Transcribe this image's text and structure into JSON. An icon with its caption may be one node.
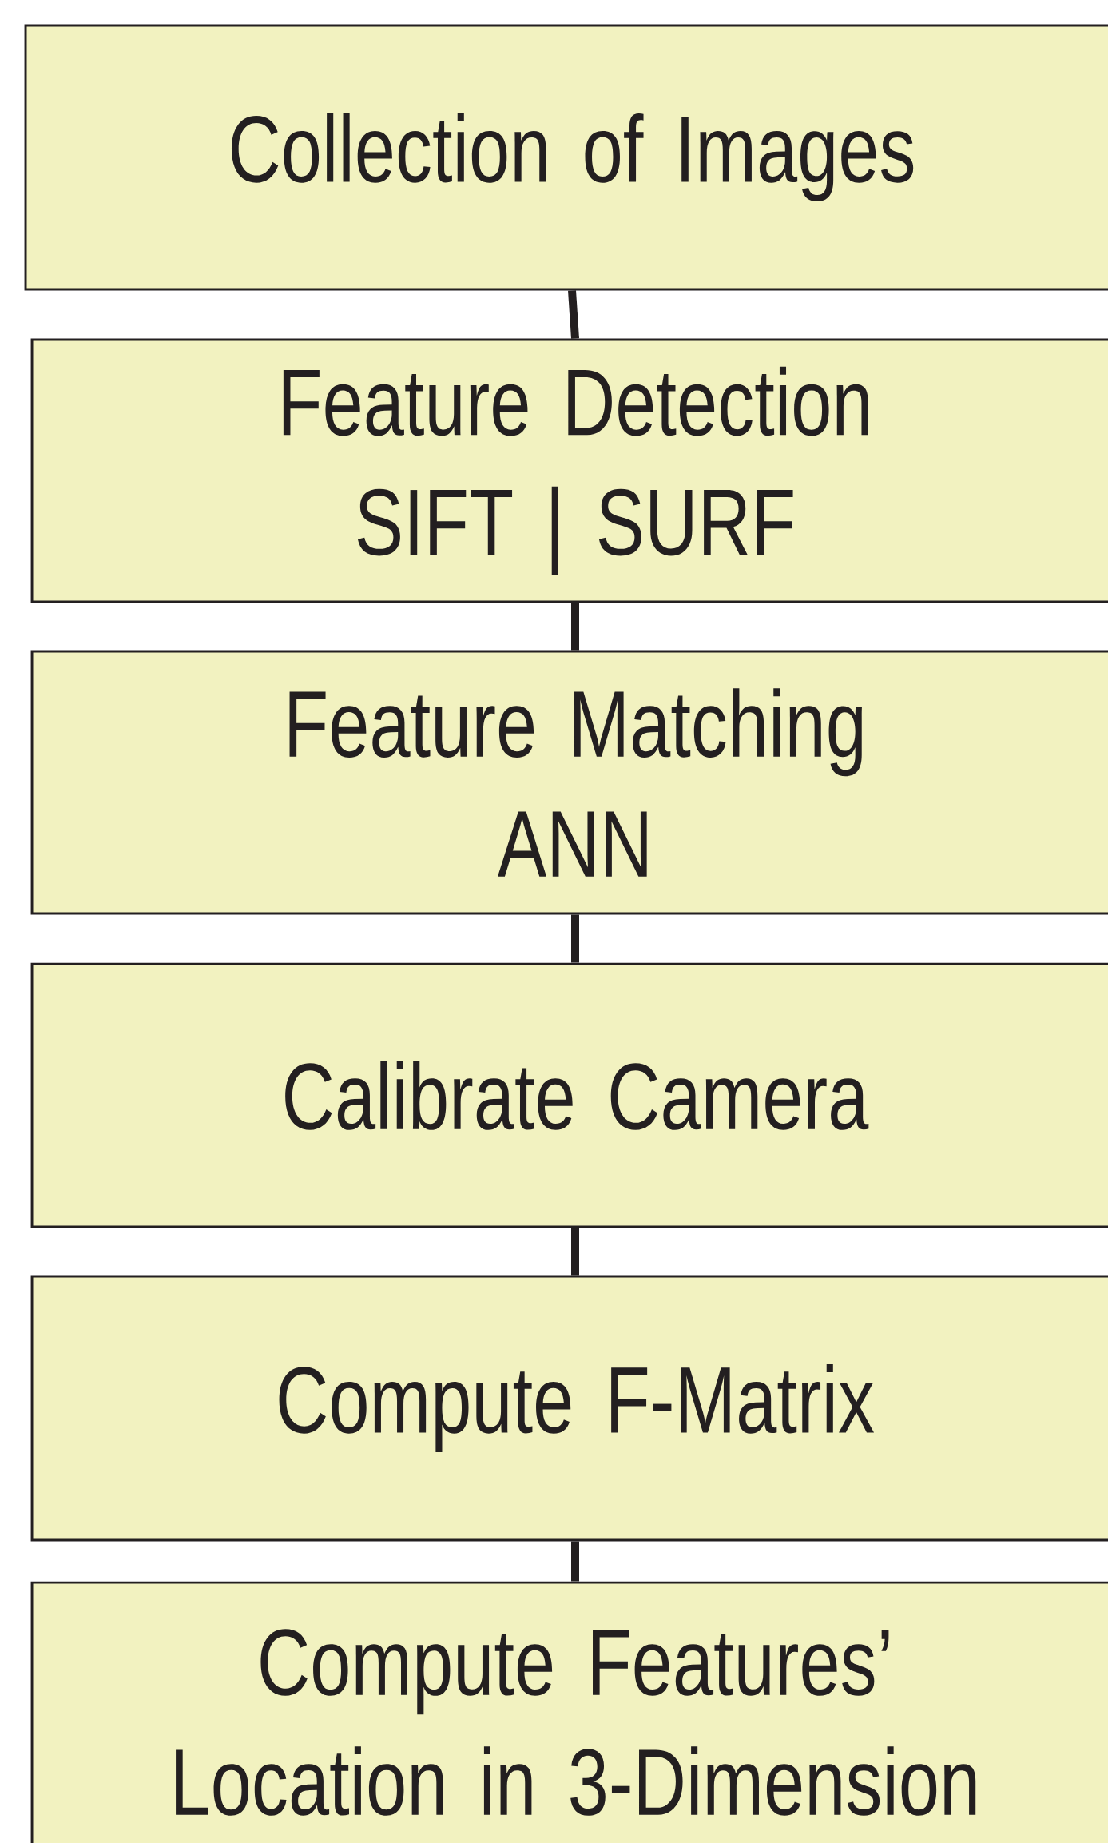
{
  "diagram": {
    "nodes": [
      {
        "text": [
          "Collection of Images"
        ]
      },
      {
        "text": [
          "Feature Detection",
          "SIFT | SURF"
        ]
      },
      {
        "text": [
          "Feature Matching",
          "ANN"
        ]
      },
      {
        "text": [
          "Calibrate Camera"
        ]
      },
      {
        "text": [
          "Compute F-Matrix"
        ]
      },
      {
        "text": [
          "Compute Features’ Location in 3-Dimension"
        ]
      }
    ],
    "edges": [
      {
        "from": 0,
        "to": 1,
        "arrow": "none"
      },
      {
        "from": 1,
        "to": 2,
        "arrow": "none"
      },
      {
        "from": 2,
        "to": 3,
        "arrow": "none"
      },
      {
        "from": 3,
        "to": 4,
        "arrow": "none"
      },
      {
        "from": 4,
        "to": 5,
        "arrow": "none"
      }
    ]
  }
}
